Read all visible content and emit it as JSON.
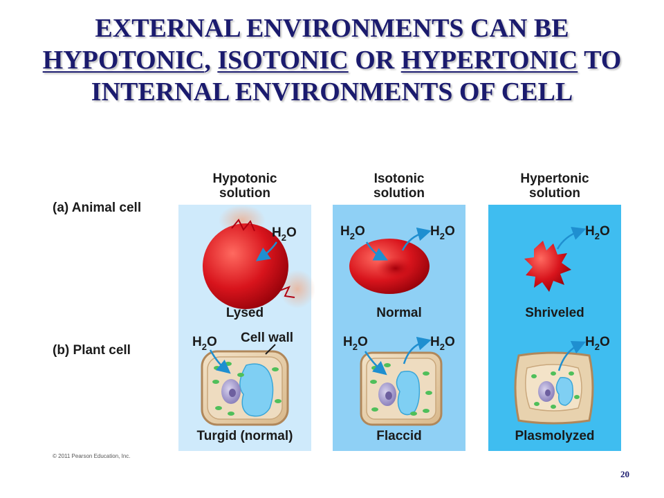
{
  "title": {
    "line1": "EXTERNAL ENVIRONMENTS CAN BE",
    "hypotonic": "HYPOTONIC",
    "comma": ",",
    "isotonic": "ISOTONIC",
    "or": "OR",
    "hypertonic": "HYPERTONIC",
    "to": "TO",
    "line3": "INTERNAL ENVIRONMENTS OF CELL"
  },
  "columns": [
    {
      "line1": "Hypotonic",
      "line2": "solution"
    },
    {
      "line1": "Isotonic",
      "line2": "solution"
    },
    {
      "line1": "Hypertonic",
      "line2": "solution"
    }
  ],
  "rows": {
    "animal": "(a) Animal cell",
    "plant": "(b) Plant cell"
  },
  "animal_states": [
    "Lysed",
    "Normal",
    "Shriveled"
  ],
  "plant_states": [
    "Turgid (normal)",
    "Flaccid",
    "Plasmolyzed"
  ],
  "water": {
    "main": "H",
    "sub": "2",
    "end": "O"
  },
  "cell_wall_label": "Cell wall",
  "copyright": "© 2011 Pearson Education, Inc.",
  "page_number": "20",
  "colors": {
    "title": "#1b1b6e",
    "hypotonic_panel": "#cfeafb",
    "isotonic_panel": "#8fd0f5",
    "hypertonic_panel": "#3fbdf0",
    "arrow": "#1f8fd0",
    "cell_red": "#d8141c"
  }
}
